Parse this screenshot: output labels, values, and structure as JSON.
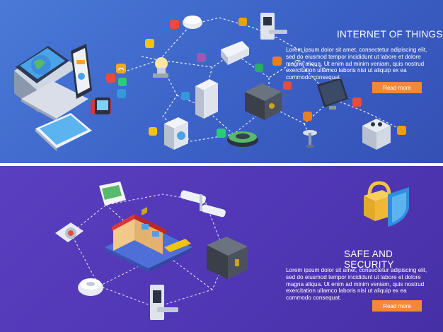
{
  "banners": [
    {
      "title": "INTERNET OF THINGS",
      "body": "Lorem ipsum dolor sit amet, consectetur adipiscing elit, sed do eiusmod tempor incididunt ut labore et dolore magna aliqua. Ut enim ad minim veniam, quis nostrud exercitation ullamco laboris nisi ut aliquip ex ea commodo consequat.",
      "button": "Read more",
      "icons": [
        "laptop-icon",
        "smartphone-icon",
        "tablet-icon",
        "smartwatch-icon",
        "wifi-icon",
        "globe-icon",
        "lightbulb-icon",
        "camera-icon",
        "smoke-detector-icon",
        "door-lock-icon",
        "air-conditioner-icon",
        "refrigerator-icon",
        "safe-icon",
        "tv-icon",
        "washing-machine-icon",
        "robot-vacuum-icon",
        "stove-icon",
        "lamp-icon",
        "thermostat-icon",
        "star-icon",
        "lightning-icon",
        "drop-icon"
      ]
    },
    {
      "title": "SAFE AND SECURITY",
      "body": "Lorem ipsum dolor sit amet, consectetur adipiscing elit, sed do eiusmod tempor incididunt ut labore et dolore magna aliqua. Ut enim ad minim veniam, quis nostrud exercitation ullamco laboris nisi ut aliquip ex ea commodo consequat.",
      "button": "Read more",
      "icons": [
        "smart-house-icon",
        "thermostat-panel-icon",
        "cctv-camera-icon",
        "motion-sensor-icon",
        "smoke-detector-icon",
        "safe-icon",
        "door-lock-icon",
        "padlock-icon",
        "shield-icon"
      ]
    }
  ],
  "colors": {
    "accent": "#f5873a",
    "banner1": "#3f66cc",
    "banner2": "#5238b8",
    "text": "#ffffff"
  }
}
